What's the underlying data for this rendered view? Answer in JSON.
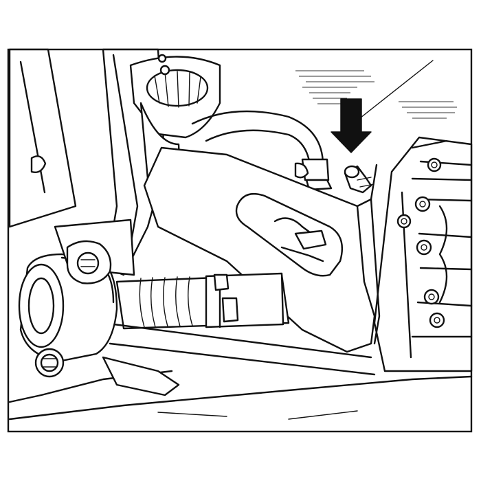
{
  "figure": {
    "kind": "technical-line-illustration",
    "subject": "underside-mechanical-assembly-with-bracket-and-fitting",
    "stroke_color": "#111111",
    "background_color": "#ffffff",
    "callouts": [
      {
        "name": "arrow-down-icon",
        "direction": "down",
        "target": "fitting-nipple"
      }
    ],
    "text_labels": []
  }
}
